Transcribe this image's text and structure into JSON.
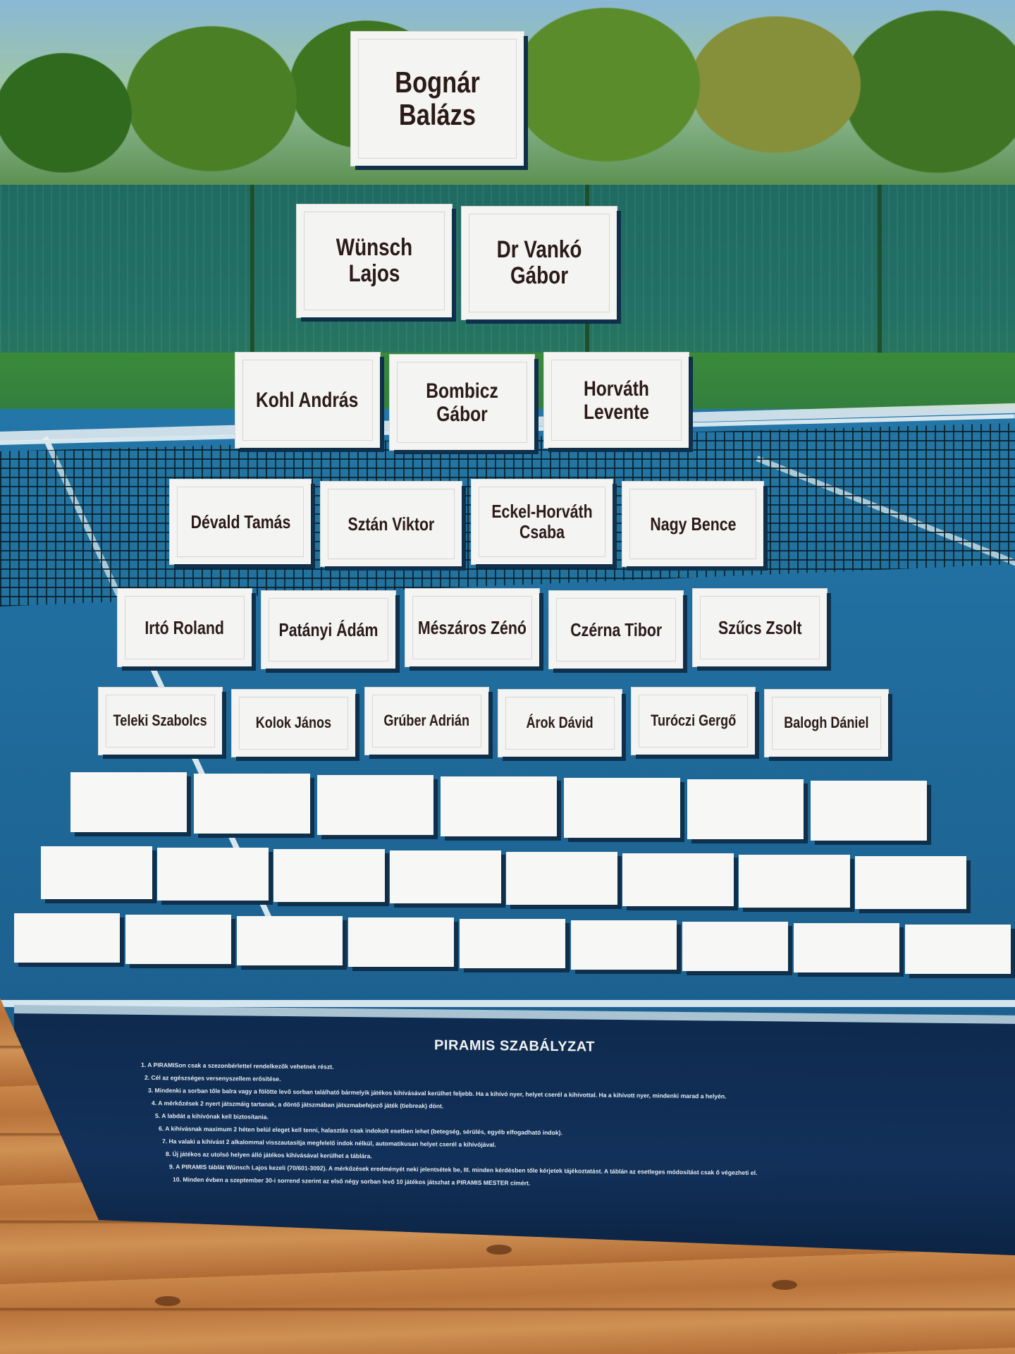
{
  "pyramid": {
    "rows": [
      [
        "Bognár Balázs"
      ],
      [
        "Wünsch Lajos",
        "Dr Vankó Gábor"
      ],
      [
        "Kohl András",
        "Bombicz Gábor",
        "Horváth Levente"
      ],
      [
        "Dévald Tamás",
        "Sztán Viktor",
        "Eckel-Horváth Csaba",
        "Nagy Bence"
      ],
      [
        "Irtó Roland",
        "Patányi Ádám",
        "Mészáros Zénó",
        "Czérna Tibor",
        "Szűcs Zsolt"
      ],
      [
        "Teleki Szabolcs",
        "Kolok János",
        "Grúber Adrián",
        "Árok Dávid",
        "Turóczi Gergő",
        "Balogh Dániel"
      ]
    ],
    "empty_rows": [
      7,
      8,
      9
    ]
  },
  "rules": {
    "title": "PIRAMIS SZABÁLYZAT",
    "items": [
      "1. A PIRAMISon csak a szezonbérlettel rendelkezők vehetnek részt.",
      "2. Cél az egészséges versenyszellem erősítése.",
      "3. Mindenki a sorban tőle balra vagy a fölötte levő sorban található bármelyik játékos kihívásával kerülhet feljebb. Ha a kihívó nyer, helyet cserél a kihívottal. Ha a kihívott nyer, mindenki marad a helyén.",
      "4. A mérkőzések 2 nyert játszmáig tartanak, a döntő játszmában játszmabefejező játék (tiebreak) dönt.",
      "5. A labdát a kihívónak kell biztosítania.",
      "6. A kihívásnak maximum 2 héten belül eleget kell tenni, halasztás csak indokolt esetben lehet (betegség, sérülés, egyéb elfogadható indok).",
      "7. Ha valaki a kihívást 2 alkalommal visszautasítja megfelelő indok nélkül, automatikusan helyet cserél a kihívójával.",
      "8. Új játékos az utolsó helyen álló játékos kihívásával kerülhet a táblára.",
      "9. A PIRAMIS táblát Wünsch Lajos kezeli (70/601-3092). A mérkőzések eredményét neki jelentsétek be, III. minden kérdésben tőle kérjetek tájékoztatást. A táblán az esetleges módosítást csak ő végezheti el.",
      "10. Minden évben a szeptember 30-i sorrend szerint az első négy sorban levő 10 játékos játszhat a PIRAMIS MESTER címért."
    ]
  },
  "colors": {
    "court": "#1f6a9a",
    "panel": "#0e2a4e",
    "card": "#f4f4f2",
    "card_text": "#2a1a18",
    "wood": "#c9874a"
  }
}
